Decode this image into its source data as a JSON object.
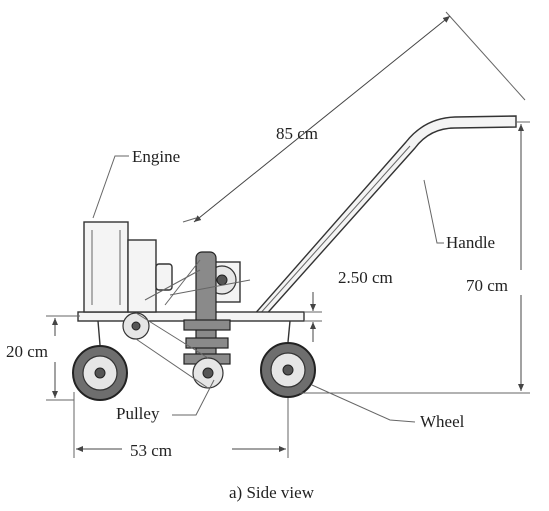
{
  "labels": {
    "engine": "Engine",
    "handle": "Handle",
    "pulley": "Pulley",
    "wheel": "Wheel"
  },
  "dimensions": {
    "handle_length": "85 cm",
    "handle_height": "70 cm",
    "frame_gap": "2.50 cm",
    "frame_height": "20 cm",
    "wheelbase": "53 cm"
  },
  "caption": "a) Side view"
}
